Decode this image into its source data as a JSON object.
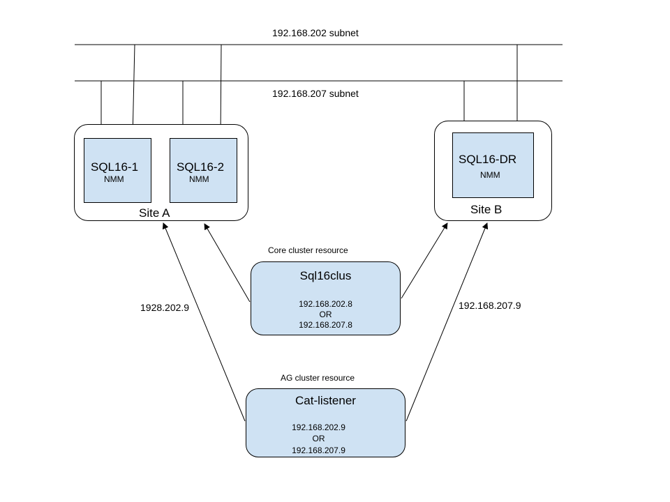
{
  "subnets": {
    "top_label": "192.168.202 subnet",
    "bottom_label": "192.168.207 subnet"
  },
  "site_a": {
    "label": "Site A",
    "nodes": [
      {
        "name": "SQL16-1",
        "sub": "NMM"
      },
      {
        "name": "SQL16-2",
        "sub": "NMM"
      }
    ]
  },
  "site_b": {
    "label": "Site B",
    "node": {
      "name": "SQL16-DR",
      "sub": "NMM"
    }
  },
  "core": {
    "caption": "Core cluster resource",
    "name": "Sql16clus",
    "ip1": "192.168.202.8",
    "or": "OR",
    "ip2": "192.168.207.8"
  },
  "ag": {
    "caption": "AG cluster resource",
    "name": "Cat-listener",
    "ip1": "192.168.202.9",
    "or": "OR",
    "ip2": "192.168.207.9"
  },
  "edge_labels": {
    "left": "1928.202.9",
    "right": "192.168.207.9"
  },
  "colors": {
    "box_fill": "#cfe2f3",
    "line": "#000000"
  }
}
